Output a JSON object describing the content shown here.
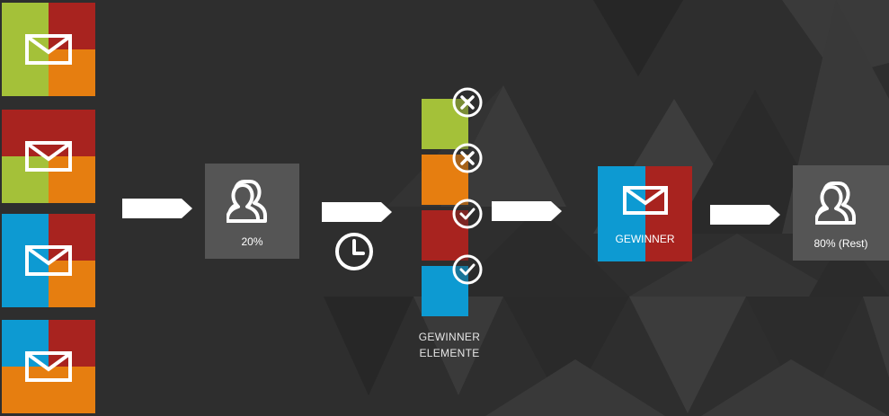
{
  "colors": {
    "background": "#2e2e2e",
    "green": "#a4c139",
    "red": "#a8231f",
    "orange": "#e67e10",
    "blue": "#0d9ad2",
    "grey_box": "#555555",
    "white": "#ffffff"
  },
  "variants": [
    {
      "name": "variant-1",
      "colors": [
        "green",
        "red",
        "green",
        "orange"
      ]
    },
    {
      "name": "variant-2",
      "colors": [
        "red",
        "red",
        "green",
        "orange"
      ]
    },
    {
      "name": "variant-3",
      "colors": [
        "blue",
        "red",
        "blue",
        "orange"
      ]
    },
    {
      "name": "variant-4",
      "colors": [
        "blue",
        "red",
        "orange",
        "orange"
      ]
    }
  ],
  "test_group": {
    "label": "20%",
    "icon": "people-icon"
  },
  "timer": {
    "icon": "clock-icon"
  },
  "elements": [
    {
      "color": "green",
      "status": "rejected",
      "icon": "x-circle-icon"
    },
    {
      "color": "orange",
      "status": "rejected",
      "icon": "x-circle-icon"
    },
    {
      "color": "red",
      "status": "selected",
      "icon": "check-circle-icon"
    },
    {
      "color": "blue",
      "status": "selected",
      "icon": "check-circle-icon"
    }
  ],
  "elements_caption": {
    "line1": "GEWINNER",
    "line2": "ELEMENTE"
  },
  "winner": {
    "label": "GEWINNER",
    "icon": "envelope-icon",
    "colors": [
      "blue",
      "red"
    ]
  },
  "rest_group": {
    "label": "80% (Rest)",
    "icon": "people-icon"
  },
  "arrow_icon": "right-arrow-icon"
}
